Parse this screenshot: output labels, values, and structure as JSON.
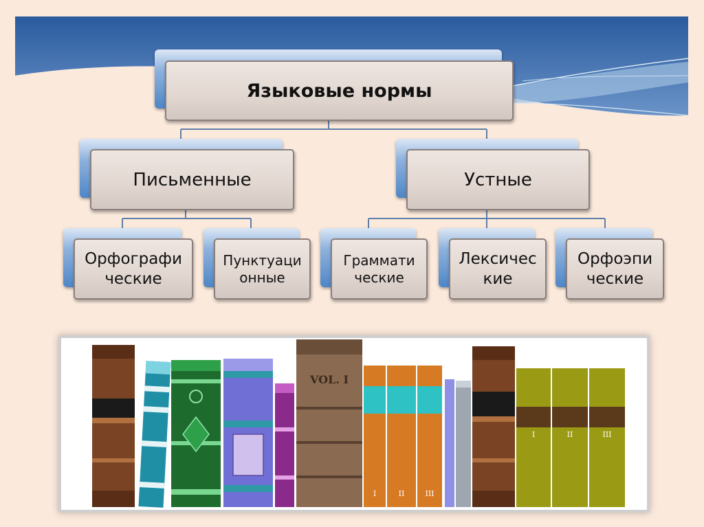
{
  "diagram": {
    "root": {
      "label": "Языковые нормы"
    },
    "branches": [
      {
        "label": "Письменные",
        "children": [
          {
            "line1": "Орфографи",
            "line2": "ческие"
          },
          {
            "line1": "Пунктуаци",
            "line2": "онные"
          }
        ]
      },
      {
        "label": "Устные",
        "children": [
          {
            "line1": "Граммати",
            "line2": "ческие"
          },
          {
            "line1": "Лексичес",
            "line2": "кие"
          },
          {
            "line1": "Орфоэпи",
            "line2": "ческие"
          }
        ]
      }
    ]
  },
  "bookshelf": {
    "books": [
      {
        "icon": "book-spine-brown"
      },
      {
        "icon": "book-spine-teal"
      },
      {
        "icon": "book-spine-green"
      },
      {
        "icon": "book-spine-violet"
      },
      {
        "icon": "book-spine-magenta"
      },
      {
        "icon": "book-spine-leather",
        "label": "VOL. I"
      },
      {
        "icon": "book-spine-orange",
        "label": "I"
      },
      {
        "icon": "book-spine-orange",
        "label": "II"
      },
      {
        "icon": "book-spine-orange",
        "label": "III"
      },
      {
        "icon": "book-spine-lavender"
      },
      {
        "icon": "book-spine-gray"
      },
      {
        "icon": "book-spine-brown"
      },
      {
        "icon": "book-spine-olive",
        "label": "I"
      },
      {
        "icon": "book-spine-olive",
        "label": "II"
      },
      {
        "icon": "book-spine-olive",
        "label": "III"
      }
    ]
  },
  "colors": {
    "background": "#fbe9dc",
    "header_band": "#2f63a7",
    "node_back": "#4e86c6",
    "node_front": "#e1d6d0",
    "connector": "#5f7fa8"
  }
}
